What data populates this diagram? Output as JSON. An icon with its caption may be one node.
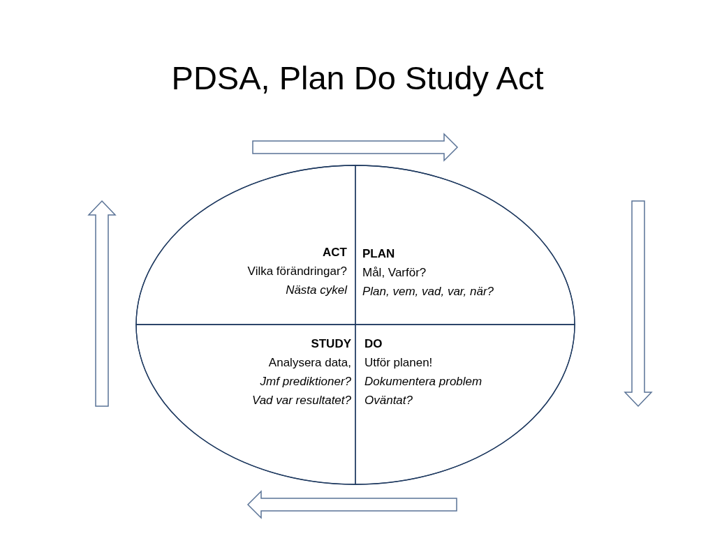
{
  "diagram": {
    "title": "PDSA, Plan Do Study Act",
    "nodes": [
      {
        "text": [],
        "shape": "ellipse"
      },
      {
        "text": [
          "ACT",
          "Vilka förändringar?",
          "Nästa cykel"
        ],
        "in": 0
      },
      {
        "text": [
          "PLAN",
          "Mål, Varför?",
          "Plan, vem, vad, var, när?"
        ],
        "in": 0
      },
      {
        "text": [
          "STUDY",
          "Analysera data,",
          "Jmf prediktioner?",
          "Vad var resultatet?"
        ],
        "in": 0
      },
      {
        "text": [
          "DO",
          "Utför planen!",
          "Dokumentera problem",
          "Oväntat?"
        ],
        "in": 0
      }
    ]
  }
}
